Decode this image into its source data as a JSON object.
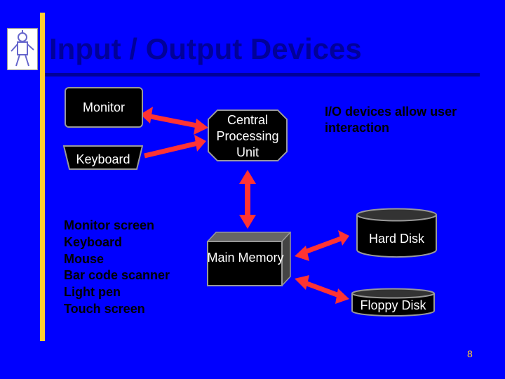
{
  "slide": {
    "title": "Input / Output Devices",
    "page_number": "8",
    "note": "I/O devices allow user interaction"
  },
  "diagram": {
    "monitor_label": "Monitor",
    "keyboard_label": "Keyboard",
    "cpu_label": "Central Processing Unit",
    "memory_label": "Main Memory",
    "hard_disk_label": "Hard Disk",
    "floppy_disk_label": "Floppy Disk"
  },
  "devices": [
    "Monitor screen",
    "Keyboard",
    "Mouse",
    "Bar code scanner",
    "Light pen",
    "Touch screen"
  ],
  "colors": {
    "background": "#0000ff",
    "title": "#000099",
    "accent_bar": "#ffcc33",
    "arrow_fill": "#ff3333",
    "box_fill": "#000000"
  }
}
